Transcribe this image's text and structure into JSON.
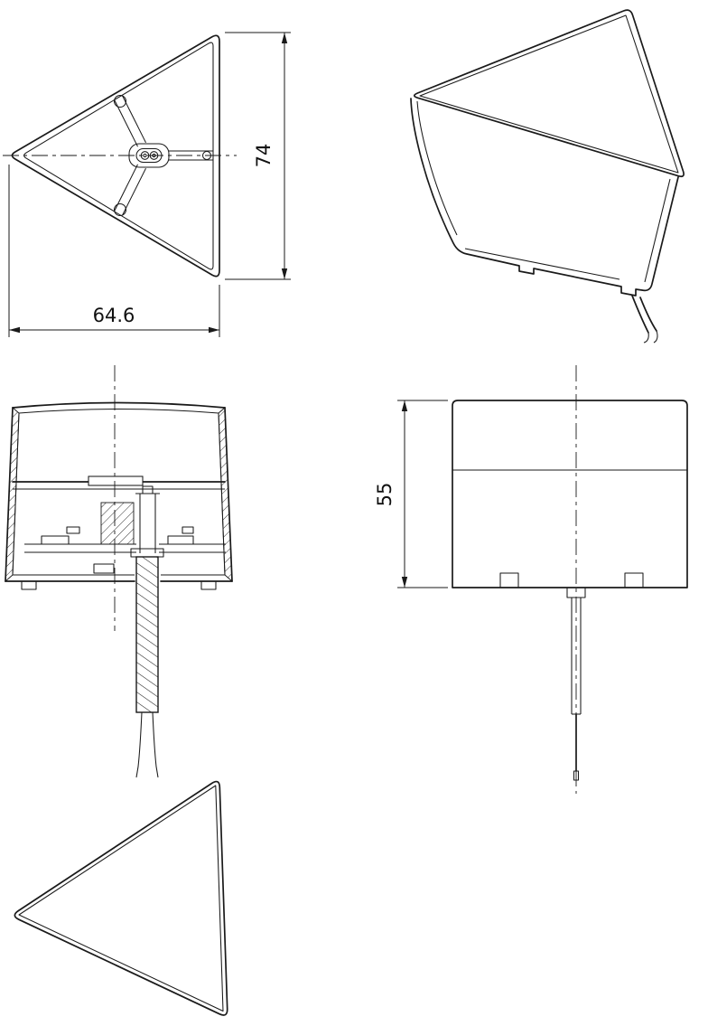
{
  "drawing": {
    "dimensions": {
      "front_height": "74",
      "front_width": "64.6",
      "side_height": "55"
    },
    "colors": {
      "ink": "#1a1a1a",
      "paper": "#ffffff"
    }
  }
}
